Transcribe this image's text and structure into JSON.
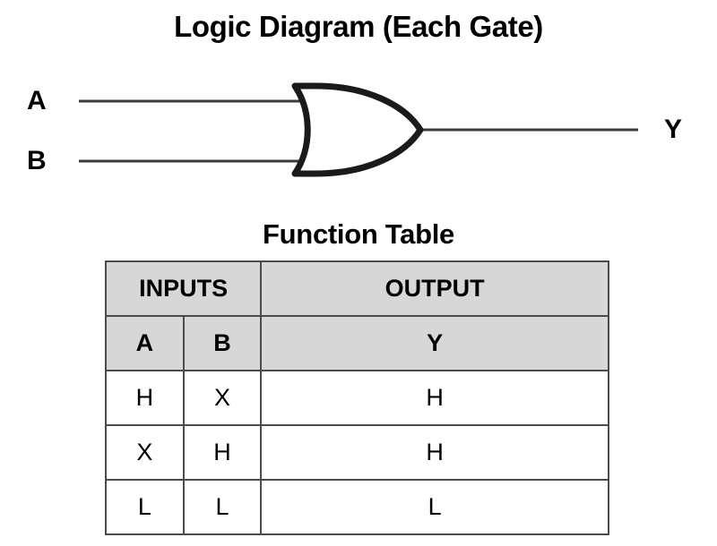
{
  "diagram": {
    "title": "Logic Diagram (Each Gate)",
    "gate_type": "or-gate",
    "inputs": [
      {
        "label": "A"
      },
      {
        "label": "B"
      }
    ],
    "output": {
      "label": "Y"
    }
  },
  "function_table": {
    "title": "Function Table",
    "group_headers": [
      {
        "label": "INPUTS",
        "span": 2
      },
      {
        "label": "OUTPUT",
        "span": 1
      }
    ],
    "column_headers": [
      "A",
      "B",
      "Y"
    ],
    "rows": [
      [
        "H",
        "X",
        "H"
      ],
      [
        "X",
        "H",
        "H"
      ],
      [
        "L",
        "L",
        "L"
      ]
    ]
  },
  "colors": {
    "header_fill": "#d7d7d7",
    "border": "#4a4a4a",
    "wire": "#3b3b3b",
    "gate_outline": "#1a1a1a",
    "background": "#ffffff",
    "text": "#000000"
  }
}
